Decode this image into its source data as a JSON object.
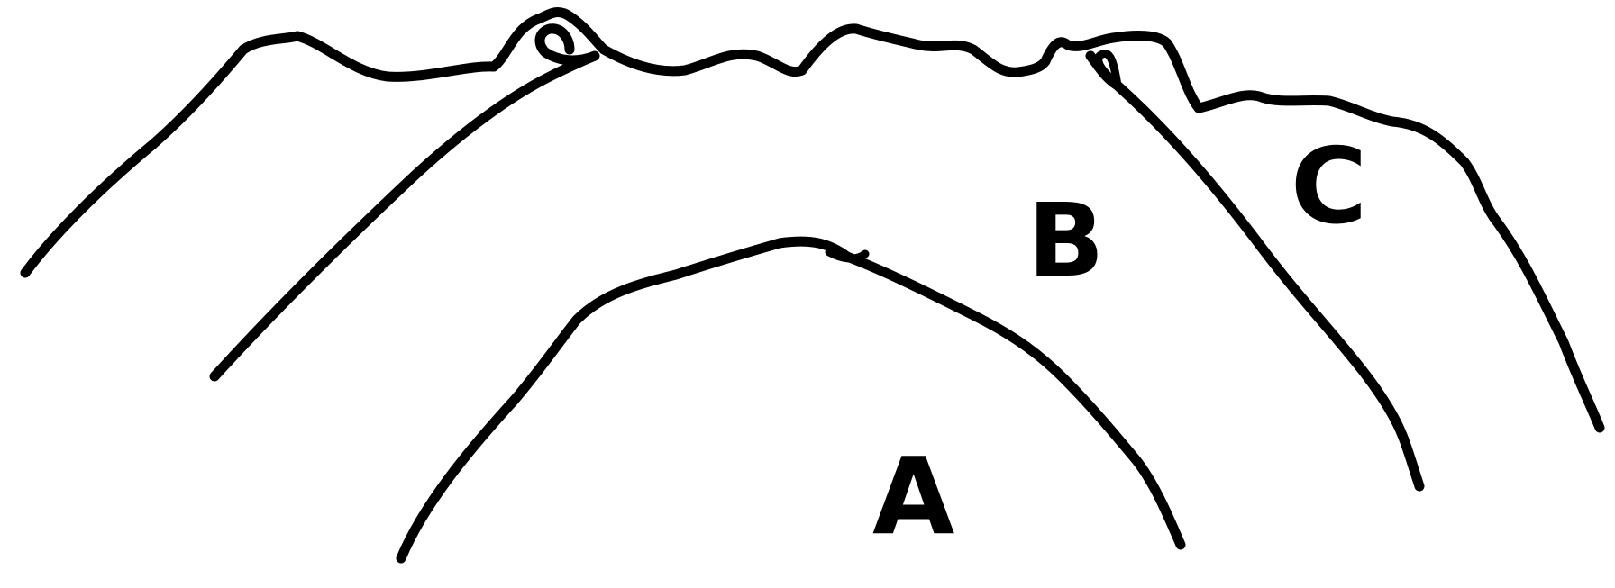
{
  "diagram": {
    "stroke_color": "#000000",
    "background_color": "#ffffff",
    "labels": {
      "a": "A",
      "b": "B",
      "c": "C"
    }
  }
}
